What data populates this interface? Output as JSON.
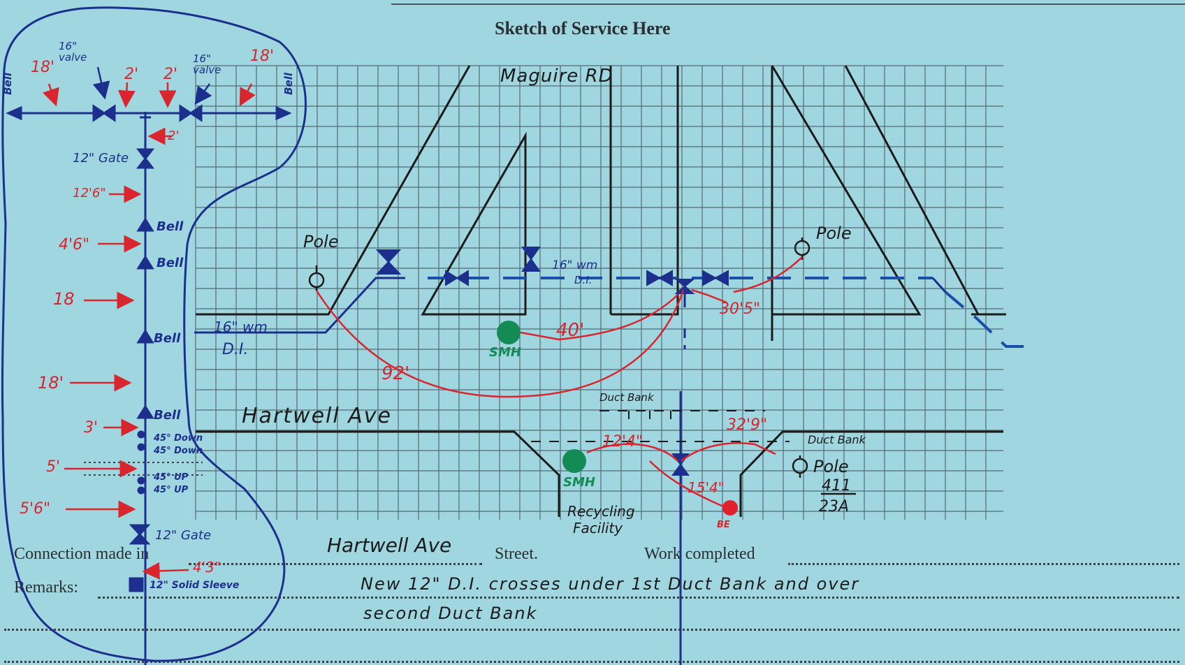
{
  "form": {
    "sketch_title": "Sketch of Service Here",
    "connection_label": "Connection made in",
    "street_label": "Street.",
    "work_completed_label": "Work completed",
    "remarks_label": "Remarks:",
    "connection_value": "Hartwell Ave",
    "remarks_line1": "New 12\" D.I. crosses under 1st Duct Bank and over",
    "remarks_line2": "second Duct Bank"
  },
  "sketch": {
    "street_top": "Maguire RD",
    "street_main": "Hartwell Ave",
    "pole_left": "Pole",
    "pole_right": "Pole",
    "pole_bottom": "Pole",
    "pole_bottom_id_top": "411",
    "pole_bottom_id_bottom": "23A",
    "main_label": "16\" wm",
    "main_material": "D.I.",
    "main_label_2": "16\" wm",
    "main_material_2": "D.I.",
    "smh_1": "SMH",
    "smh_2": "SMH",
    "dim_92": "92'",
    "dim_40": "40'",
    "dim_30": "30'5\"",
    "dim_12_4": "12'4\"",
    "dim_32_9": "32'9\"",
    "dim_15_4": "15'4\"",
    "duct_bank_1": "Duct Bank",
    "duct_bank_2": "Duct Bank",
    "recycling": "Recycling",
    "facility": "Facility",
    "be": "BE"
  },
  "detail": {
    "bell_left": "Bell",
    "bell_right": "Bell",
    "valve_left": "16\" valve",
    "valve_right": "16\" valve",
    "d18a": "18'",
    "d18b": "18'",
    "d2a": "2'",
    "d2b": "2'",
    "d2c": "2'",
    "gate_top": "12\" Gate",
    "d12_6": "12'6\"",
    "bell_1": "Bell",
    "d4_6": "4'6\"",
    "bell_2": "Bell",
    "d18c": "18",
    "bell_3": "Bell",
    "d18d": "18'",
    "bell_4": "Bell",
    "d3": "3'",
    "bend_1": "45° Down",
    "bend_2": "45° Down",
    "d5": "5'",
    "bend_3": "45° UP",
    "bend_4": "45° UP",
    "d5_6": "5'6\"",
    "gate_bottom": "12\" Gate",
    "d4_3": "4'3\"",
    "sleeve": "12\" Solid Sleeve"
  },
  "colors": {
    "card": "#9fd6df",
    "ink_blue": "#1d2f8c",
    "ink_red": "#d8252e",
    "ink_black": "#1b1b1b",
    "grid": "#3b4750",
    "smh_green": "#148a55",
    "be_red": "#e0202a",
    "main_dash": "#1a4fa8"
  }
}
